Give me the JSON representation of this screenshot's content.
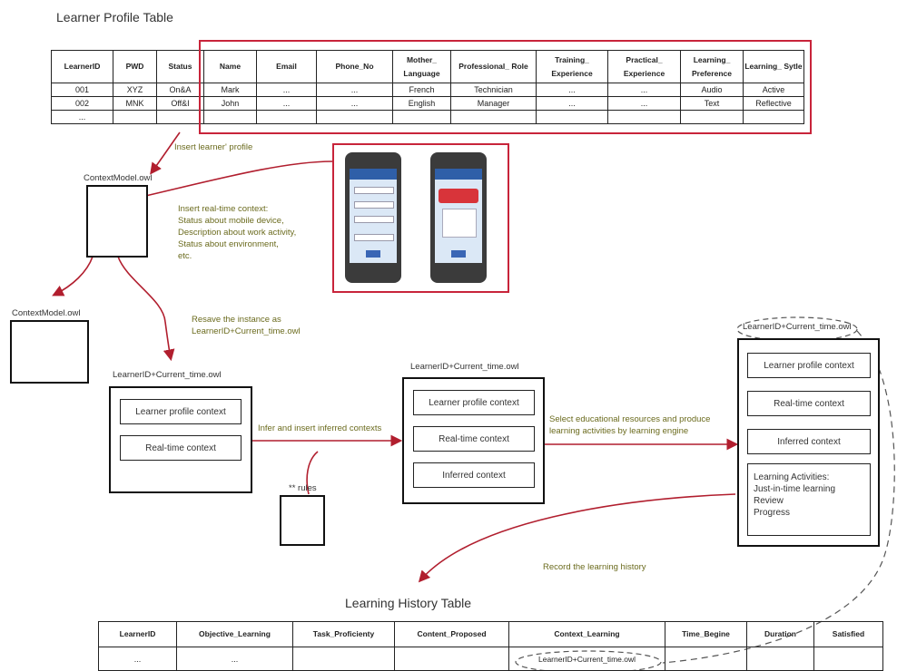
{
  "profile_table": {
    "title": "Learner Profile Table",
    "headers_left": [
      "LearnerID",
      "PWD",
      "Status"
    ],
    "headers_right": [
      "Name",
      "Email",
      "Phone_No",
      "Mother_ Language",
      "Professional_ Role",
      "Training_ Experience",
      "Practical_ Experience",
      "Learning_ Preference",
      "Learning_ Sytle"
    ],
    "rows": [
      [
        "001",
        "XYZ",
        "On&A",
        "Mark",
        "...",
        "...",
        "French",
        "Technician",
        "...",
        "...",
        "Audio",
        "Active"
      ],
      [
        "002",
        "MNK",
        "Off&I",
        "John",
        "...",
        "...",
        "English",
        "Manager",
        "...",
        "...",
        "Text",
        "Reflective"
      ],
      [
        "...",
        "",
        "",
        "",
        "",
        "",
        "",
        "",
        "",
        "",
        "",
        ""
      ]
    ]
  },
  "annotations": {
    "insert_profile": "Insert learner' profile",
    "insert_realtime": [
      "Insert real-time context:",
      "Status about mobile device,",
      "Description about work activity,",
      "Status about environment,",
      "etc."
    ],
    "resave": [
      "Resave the instance as",
      "LearnerID+Current_time.owl"
    ],
    "infer": "Infer and insert inferred contexts",
    "select": [
      "Select educational resources and produce",
      "learning activities by learning engine"
    ],
    "record": "Record the learning history"
  },
  "files": {
    "context_model_1": "ContextModel.owl",
    "context_model_2": "ContextModel.owl",
    "instance_1": "LearnerID+Current_time.owl",
    "instance_2": "LearnerID+Current_time.owl",
    "instance_3": "LearnerID+Current_time.owl",
    "rules": "** rules"
  },
  "contexts": {
    "learner_profile": "Learner profile context",
    "real_time": "Real-time context",
    "inferred": "Inferred context"
  },
  "activities": [
    "Learning Activities:",
    "Just-in-time learning",
    "Review",
    "Progress"
  ],
  "history_table": {
    "title": "Learning History Table",
    "headers": [
      "LearnerID",
      "Objective_Learning",
      "Task_Proficienty",
      "Content_Proposed",
      "Context_Learning",
      "Time_Begine",
      "Duration",
      "Satisfied"
    ],
    "row": [
      "...",
      "...",
      "",
      "",
      "LearnerID+Current_time.owl",
      "",
      "",
      ""
    ]
  },
  "colors": {
    "arrow": "#b11e2e",
    "highlight_box": "#c8243a",
    "annotation": "#6b6b1e"
  }
}
